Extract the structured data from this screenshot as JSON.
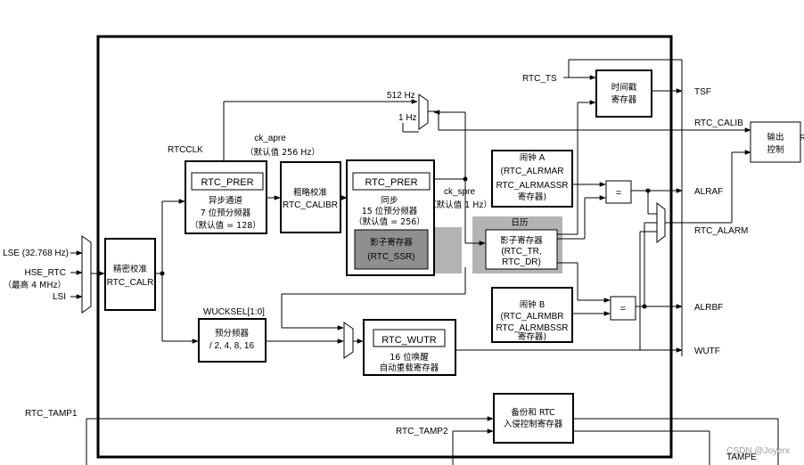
{
  "inputs": {
    "lse": "LSE (32.768 Hz)",
    "hse": "HSE_RTC",
    "hse_note": "（最高 4 MHz）",
    "lsi": "LSI",
    "rtc_ts": "RTC_TS",
    "rtc_tamp1": "RTC_TAMP1",
    "rtc_tamp2": "RTC_TAMP2"
  },
  "signals": {
    "rtcclk": "RTCCLK",
    "ck_apre": "ck_apre",
    "ck_apre_default": "（默认值 256 Hz）",
    "hz512": "512 Hz",
    "hz1": "1 Hz",
    "ck_spre": "ck_spre",
    "ck_spre_default": "（默认值 1 Hz）",
    "wucksel": "WUCKSEL[1:0]"
  },
  "blocks": {
    "calr": {
      "line1": "精密校准",
      "line2": "RTC_CALR"
    },
    "async": {
      "reg": "RTC_PRER",
      "line1": "异步通道",
      "line2": "7 位预分频器",
      "line3": "（默认值 = 128）"
    },
    "calibr": {
      "line1": "粗略校准",
      "line2": "RTC_CALIBR"
    },
    "sync": {
      "reg": "RTC_PRER",
      "line1": "同步",
      "line2": "15 位预分频器",
      "line3": "（默认值 = 256）"
    },
    "ssr": {
      "line1": "影子寄存器",
      "line2": "(RTC_SSR)"
    },
    "calendar_title": "日历",
    "cal": {
      "line1": "影子寄存器",
      "line2": "(RTC_TR,",
      "line3": "RTC_DR)"
    },
    "alarm_a": {
      "line1": "闹钟 A",
      "line2": "(RTC_ALRMAR",
      "line3": "RTC_ALRMASSR",
      "line4": "寄存器)"
    },
    "alarm_b": {
      "line1": "闹钟 B",
      "line2": "(RTC_ALRMBR",
      "line3": "RTC_ALRMBSSR",
      "line4": "寄存器)"
    },
    "timestamp": {
      "line1": "时间戳",
      "line2": "寄存器"
    },
    "presc": {
      "line1": "预分频器",
      "line2": "/ 2, 4, 8, 16"
    },
    "wutr": {
      "reg": "RTC_WUTR",
      "line1": "16 位唤醒",
      "line2": "自动重载寄存器"
    },
    "backup": {
      "line1": "备份和 RTC",
      "line2": "入侵控制寄存器"
    },
    "output": {
      "line1": "输出",
      "line2": "控制"
    },
    "eq": "="
  },
  "outputs": {
    "tsf": "TSF",
    "rtc_calib": "RTC_CALIB",
    "alraf": "ALRAF",
    "rtc_alarm": "RTC_ALARM",
    "alrbf": "ALRBF",
    "wutf": "WUTF",
    "tampe": "TAMPE",
    "r": "R"
  },
  "watermark": "CSDN @Joyerx",
  "colors": {
    "shadow": "#b3b3b3",
    "shadow_inner": "#8f8f8f",
    "line": "#000000"
  }
}
